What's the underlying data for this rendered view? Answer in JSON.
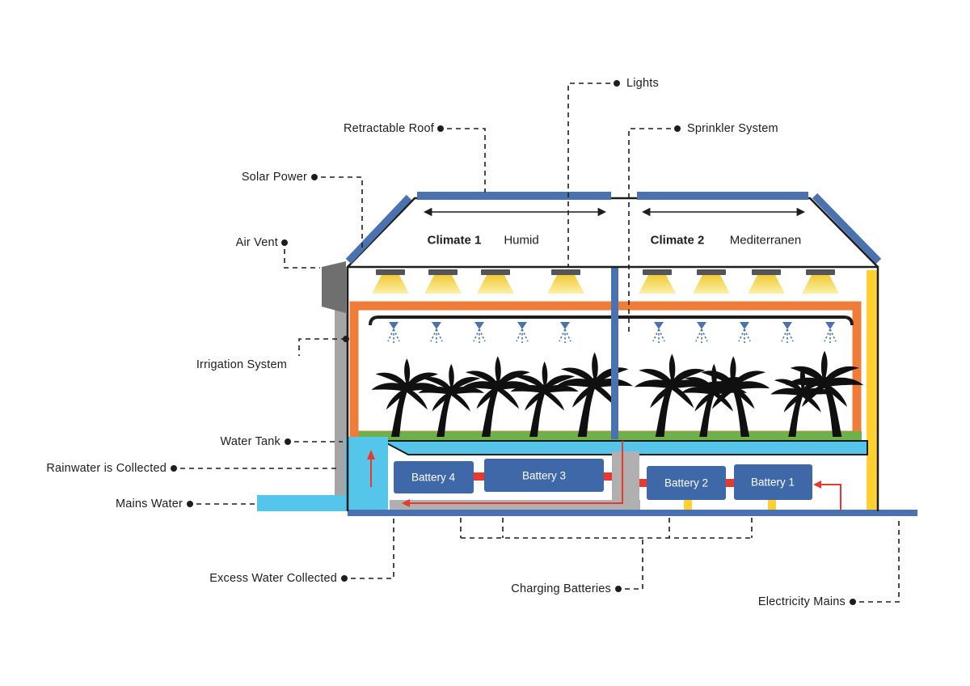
{
  "labels": {
    "lights": "Lights",
    "retractable_roof": "Retractable Roof",
    "sprinkler_system": "Sprinkler System",
    "solar_power": "Solar Power",
    "air_vent": "Air Vent",
    "irrigation_system": "Irrigation System",
    "water_tank": "Water Tank",
    "rainwater_collected": "Rainwater is Collected",
    "mains_water": "Mains Water",
    "excess_water_collected": "Excess Water Collected",
    "charging_batteries": "Charging Batteries",
    "electricity_mains": "Electricity Mains"
  },
  "zones": [
    {
      "name": "Climate 1",
      "type": "Humid"
    },
    {
      "name": "Climate 2",
      "type": "Mediterranen"
    }
  ],
  "batteries": [
    {
      "label": "Battery 4"
    },
    {
      "label": "Battery 3"
    },
    {
      "label": "Battery 2"
    },
    {
      "label": "Battery 1"
    }
  ],
  "colors": {
    "structure_blue": "#4A72B0",
    "battery_blue": "#3F68A8",
    "frame_orange": "#EF7D3A",
    "floor_green": "#6FB04A",
    "water_cyan": "#56C5EA",
    "power_yellow": "#FFD02F",
    "light_yellow": "#F2CA35",
    "wall_gray": "#A5A5A5",
    "line_red": "#E8392F",
    "ink": "#1D1D1B"
  }
}
